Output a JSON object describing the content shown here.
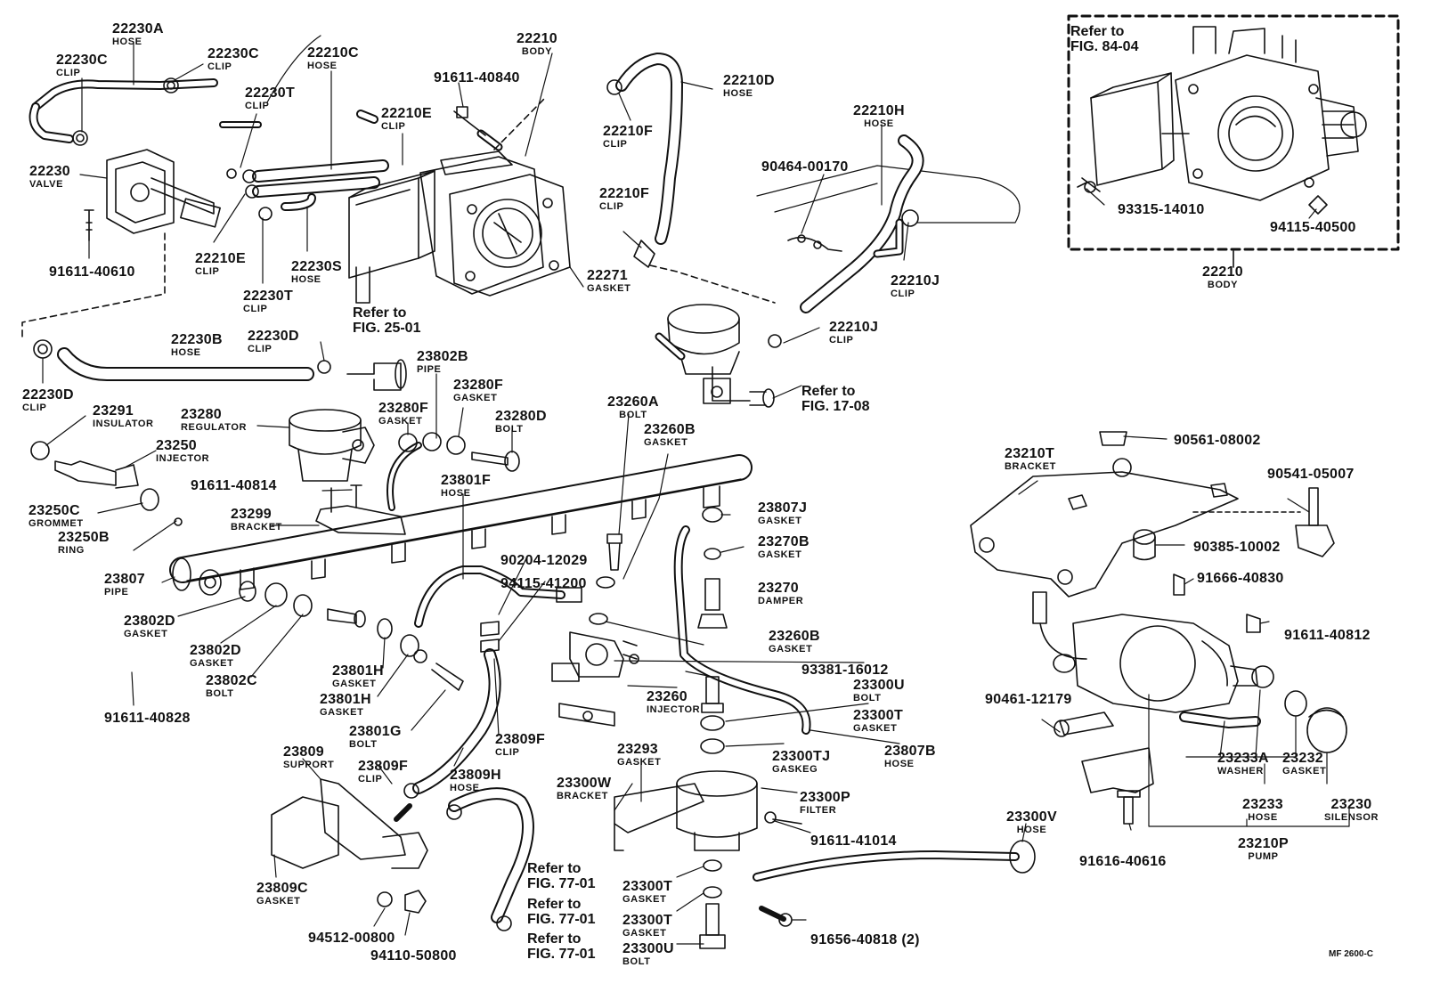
{
  "labels": {
    "l22230A": {
      "pn": "22230A",
      "nm": "HOSE"
    },
    "l22230C1": {
      "pn": "22230C",
      "nm": "CLIP"
    },
    "l22230C2": {
      "pn": "22230C",
      "nm": "CLIP"
    },
    "l22210C": {
      "pn": "22210C",
      "nm": "HOSE"
    },
    "l22210": {
      "pn": "22210",
      "nm": "BODY"
    },
    "l22230T1": {
      "pn": "22230T",
      "nm": "CLIP"
    },
    "l22210E1": {
      "pn": "22210E",
      "nm": "CLIP"
    },
    "l91611_40840": {
      "pn": "91611-40840",
      "nm": ""
    },
    "l22210F1": {
      "pn": "22210F",
      "nm": "CLIP"
    },
    "l22210D": {
      "pn": "22210D",
      "nm": "HOSE"
    },
    "l22230": {
      "pn": "22230",
      "nm": "VALVE"
    },
    "l91611_40610": {
      "pn": "91611-40610",
      "nm": ""
    },
    "l22210E2": {
      "pn": "22210E",
      "nm": "CLIP"
    },
    "l22230S": {
      "pn": "22230S",
      "nm": "HOSE"
    },
    "l22230T2": {
      "pn": "22230T",
      "nm": "CLIP"
    },
    "l22271": {
      "pn": "22271",
      "nm": "GASKET"
    },
    "l22210F2": {
      "pn": "22210F",
      "nm": "CLIP"
    },
    "l22210H": {
      "pn": "22210H",
      "nm": "HOSE"
    },
    "l90464_00170": {
      "pn": "90464-00170",
      "nm": ""
    },
    "l22210J1": {
      "pn": "22210J",
      "nm": "CLIP"
    },
    "l22210J2": {
      "pn": "22210J",
      "nm": "CLIP"
    },
    "l93315_14010": {
      "pn": "93315-14010",
      "nm": ""
    },
    "l94115_40500": {
      "pn": "94115-40500",
      "nm": ""
    },
    "l22210b": {
      "pn": "22210",
      "nm": "BODY"
    },
    "l22230B": {
      "pn": "22230B",
      "nm": "HOSE"
    },
    "l22230D1": {
      "pn": "22230D",
      "nm": "CLIP"
    },
    "l22230D2": {
      "pn": "22230D",
      "nm": "CLIP"
    },
    "l23802B": {
      "pn": "23802B",
      "nm": "PIPE"
    },
    "l23280F1": {
      "pn": "23280F",
      "nm": "GASKET"
    },
    "l23280F2": {
      "pn": "23280F",
      "nm": "GASKET"
    },
    "l23280D": {
      "pn": "23280D",
      "nm": "BOLT"
    },
    "l23291": {
      "pn": "23291",
      "nm": "INSULATOR"
    },
    "l23280": {
      "pn": "23280",
      "nm": "REGULATOR"
    },
    "l23250": {
      "pn": "23250",
      "nm": "INJECTOR"
    },
    "l23260A": {
      "pn": "23260A",
      "nm": "BOLT"
    },
    "l23260B1": {
      "pn": "23260B",
      "nm": "GASKET"
    },
    "l91611_40814": {
      "pn": "91611-40814",
      "nm": ""
    },
    "l23801F": {
      "pn": "23801F",
      "nm": "HOSE"
    },
    "l23250C": {
      "pn": "23250C",
      "nm": "GROMMET"
    },
    "l23299": {
      "pn": "23299",
      "nm": "BRACKET"
    },
    "l23250B": {
      "pn": "23250B",
      "nm": "RING"
    },
    "l23807J": {
      "pn": "23807J",
      "nm": "GASKET"
    },
    "l23270B": {
      "pn": "23270B",
      "nm": "GASKET"
    },
    "l23270": {
      "pn": "23270",
      "nm": "DAMPER"
    },
    "l23807": {
      "pn": "23807",
      "nm": "PIPE"
    },
    "l90204_12029": {
      "pn": "90204-12029",
      "nm": ""
    },
    "l94115_41200": {
      "pn": "94115-41200",
      "nm": ""
    },
    "l23802D1": {
      "pn": "23802D",
      "nm": "GASKET"
    },
    "l23802D2": {
      "pn": "23802D",
      "nm": "GASKET"
    },
    "l23260B2": {
      "pn": "23260B",
      "nm": "GASKET"
    },
    "l23802C": {
      "pn": "23802C",
      "nm": "BOLT"
    },
    "l23801H1": {
      "pn": "23801H",
      "nm": "GASKET"
    },
    "l23801H2": {
      "pn": "23801H",
      "nm": "GASKET"
    },
    "l93381_16012": {
      "pn": "93381-16012",
      "nm": ""
    },
    "l23260": {
      "pn": "23260",
      "nm": "INJECTOR"
    },
    "l23300U1": {
      "pn": "23300U",
      "nm": "BOLT"
    },
    "l91611_40828": {
      "pn": "91611-40828",
      "nm": ""
    },
    "l23801G": {
      "pn": "23801G",
      "nm": "BOLT"
    },
    "l23300T1": {
      "pn": "23300T",
      "nm": "GASKET"
    },
    "l23807B": {
      "pn": "23807B",
      "nm": "HOSE"
    },
    "l23300TJ": {
      "pn": "23300TJ",
      "nm": "GASKEG"
    },
    "l23809": {
      "pn": "23809",
      "nm": "SUPPORT"
    },
    "l23809F1": {
      "pn": "23809F",
      "nm": "CLIP"
    },
    "l23809F2": {
      "pn": "23809F",
      "nm": "CLIP"
    },
    "l23809H": {
      "pn": "23809H",
      "nm": "HOSE"
    },
    "l23293": {
      "pn": "23293",
      "nm": "GASKET"
    },
    "l23300W": {
      "pn": "23300W",
      "nm": "BRACKET"
    },
    "l23300P": {
      "pn": "23300P",
      "nm": "FILTER"
    },
    "l91611_41014": {
      "pn": "91611-41014",
      "nm": ""
    },
    "l23809C": {
      "pn": "23809C",
      "nm": "GASKET"
    },
    "l23300T2": {
      "pn": "23300T",
      "nm": "GASKET"
    },
    "l23300T3": {
      "pn": "23300T",
      "nm": "GASKET"
    },
    "l23300U2": {
      "pn": "23300U",
      "nm": "BOLT"
    },
    "l94512_00800": {
      "pn": "94512-00800",
      "nm": ""
    },
    "l94110_50800": {
      "pn": "94110-50800",
      "nm": ""
    },
    "l91656_40818": {
      "pn": "91656-40818 (2)",
      "nm": ""
    },
    "l23300V": {
      "pn": "23300V",
      "nm": "HOSE"
    },
    "l90561_08002": {
      "pn": "90561-08002",
      "nm": ""
    },
    "l23210T": {
      "pn": "23210T",
      "nm": "BRACKET"
    },
    "l90541_05007": {
      "pn": "90541-05007",
      "nm": ""
    },
    "l90385_10002": {
      "pn": "90385-10002",
      "nm": ""
    },
    "l91666_40830": {
      "pn": "91666-40830",
      "nm": ""
    },
    "l91611_40812": {
      "pn": "91611-40812",
      "nm": ""
    },
    "l90461_12179": {
      "pn": "90461-12179",
      "nm": ""
    },
    "l23233A": {
      "pn": "23233A",
      "nm": "WASHER"
    },
    "l23232": {
      "pn": "23232",
      "nm": "GASKET"
    },
    "l23233": {
      "pn": "23233",
      "nm": "HOSE"
    },
    "l23230": {
      "pn": "23230",
      "nm": "SILENSOR"
    },
    "l23210P": {
      "pn": "23210P",
      "nm": "PUMP"
    },
    "l91616_40616": {
      "pn": "91616-40616",
      "nm": ""
    }
  },
  "refs": {
    "r8404": "Refer to\nFIG. 84-04",
    "r2501": "Refer to\nFIG. 25-01",
    "r1708": "Refer to\nFIG. 17-08",
    "r7701a": "Refer to\nFIG. 77-01",
    "r7701b": "Refer to\nFIG. 77-01",
    "r7701c": "Refer to\nFIG. 77-01"
  },
  "figure_code": "MF 2600-C"
}
